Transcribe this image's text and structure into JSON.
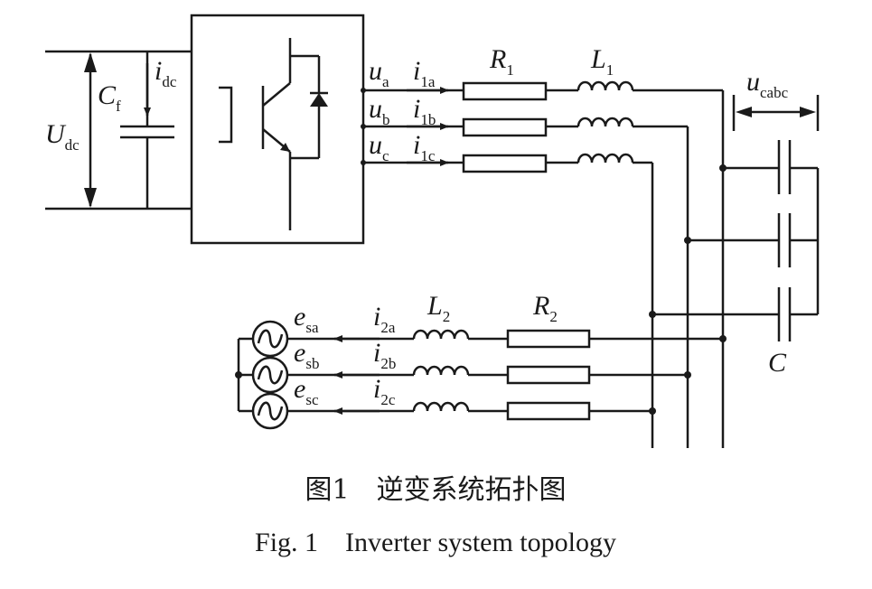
{
  "labels": {
    "udc": "U",
    "udc_sub": "dc",
    "cf": "C",
    "cf_sub": "f",
    "idc": "i",
    "idc_sub": "dc",
    "ua": "u",
    "ua_sub": "a",
    "ub": "u",
    "ub_sub": "b",
    "uc": "u",
    "uc_sub": "c",
    "i1a": "i",
    "i1a_sub": "1a",
    "i1b": "i",
    "i1b_sub": "1b",
    "i1c": "i",
    "i1c_sub": "1c",
    "r1": "R",
    "r1_sub": "1",
    "l1": "L",
    "l1_sub": "1",
    "ucabc": "u",
    "ucabc_sub": "cabc",
    "c": "C",
    "l2": "L",
    "l2_sub": "2",
    "r2": "R",
    "r2_sub": "2",
    "i2a": "i",
    "i2a_sub": "2a",
    "i2b": "i",
    "i2b_sub": "2b",
    "i2c": "i",
    "i2c_sub": "2c",
    "esa": "e",
    "esa_sub": "sa",
    "esb": "e",
    "esb_sub": "sb",
    "esc": "e",
    "esc_sub": "sc"
  },
  "caption": {
    "chinese": "图1　逆变系统拓扑图",
    "english": "Fig. 1　Inverter system topology"
  }
}
